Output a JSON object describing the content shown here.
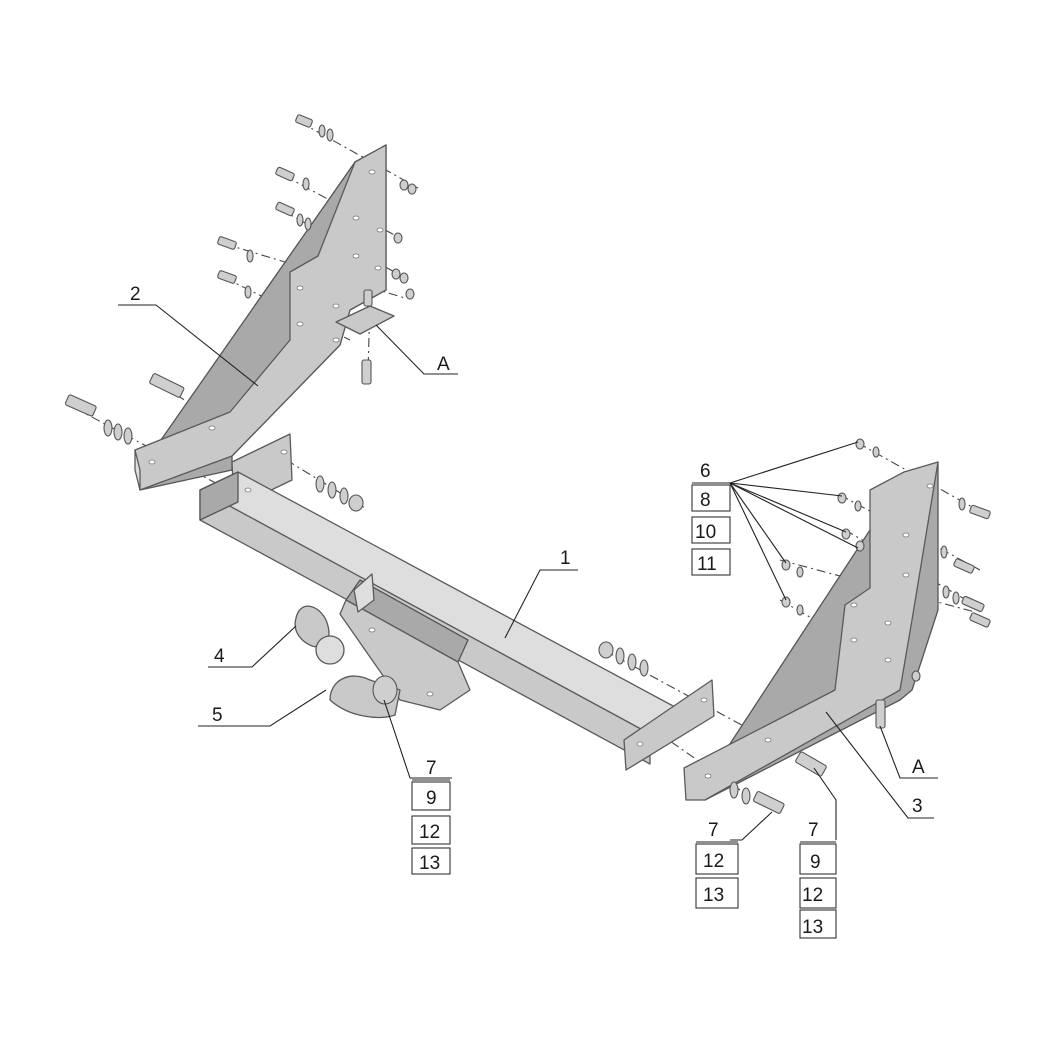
{
  "callouts": {
    "part_1": "1",
    "part_2": "2",
    "part_3": "3",
    "part_4": "4",
    "part_5": "5",
    "detail_a_left": "A",
    "detail_a_right": "A"
  },
  "stack_right_top": [
    "6",
    "8",
    "10",
    "11"
  ],
  "stack_center": [
    "7",
    "9",
    "12",
    "13"
  ],
  "stack_right_bottom_a": [
    "7",
    "12",
    "13"
  ],
  "stack_right_bottom_b": [
    "7",
    "9",
    "12",
    "13"
  ]
}
